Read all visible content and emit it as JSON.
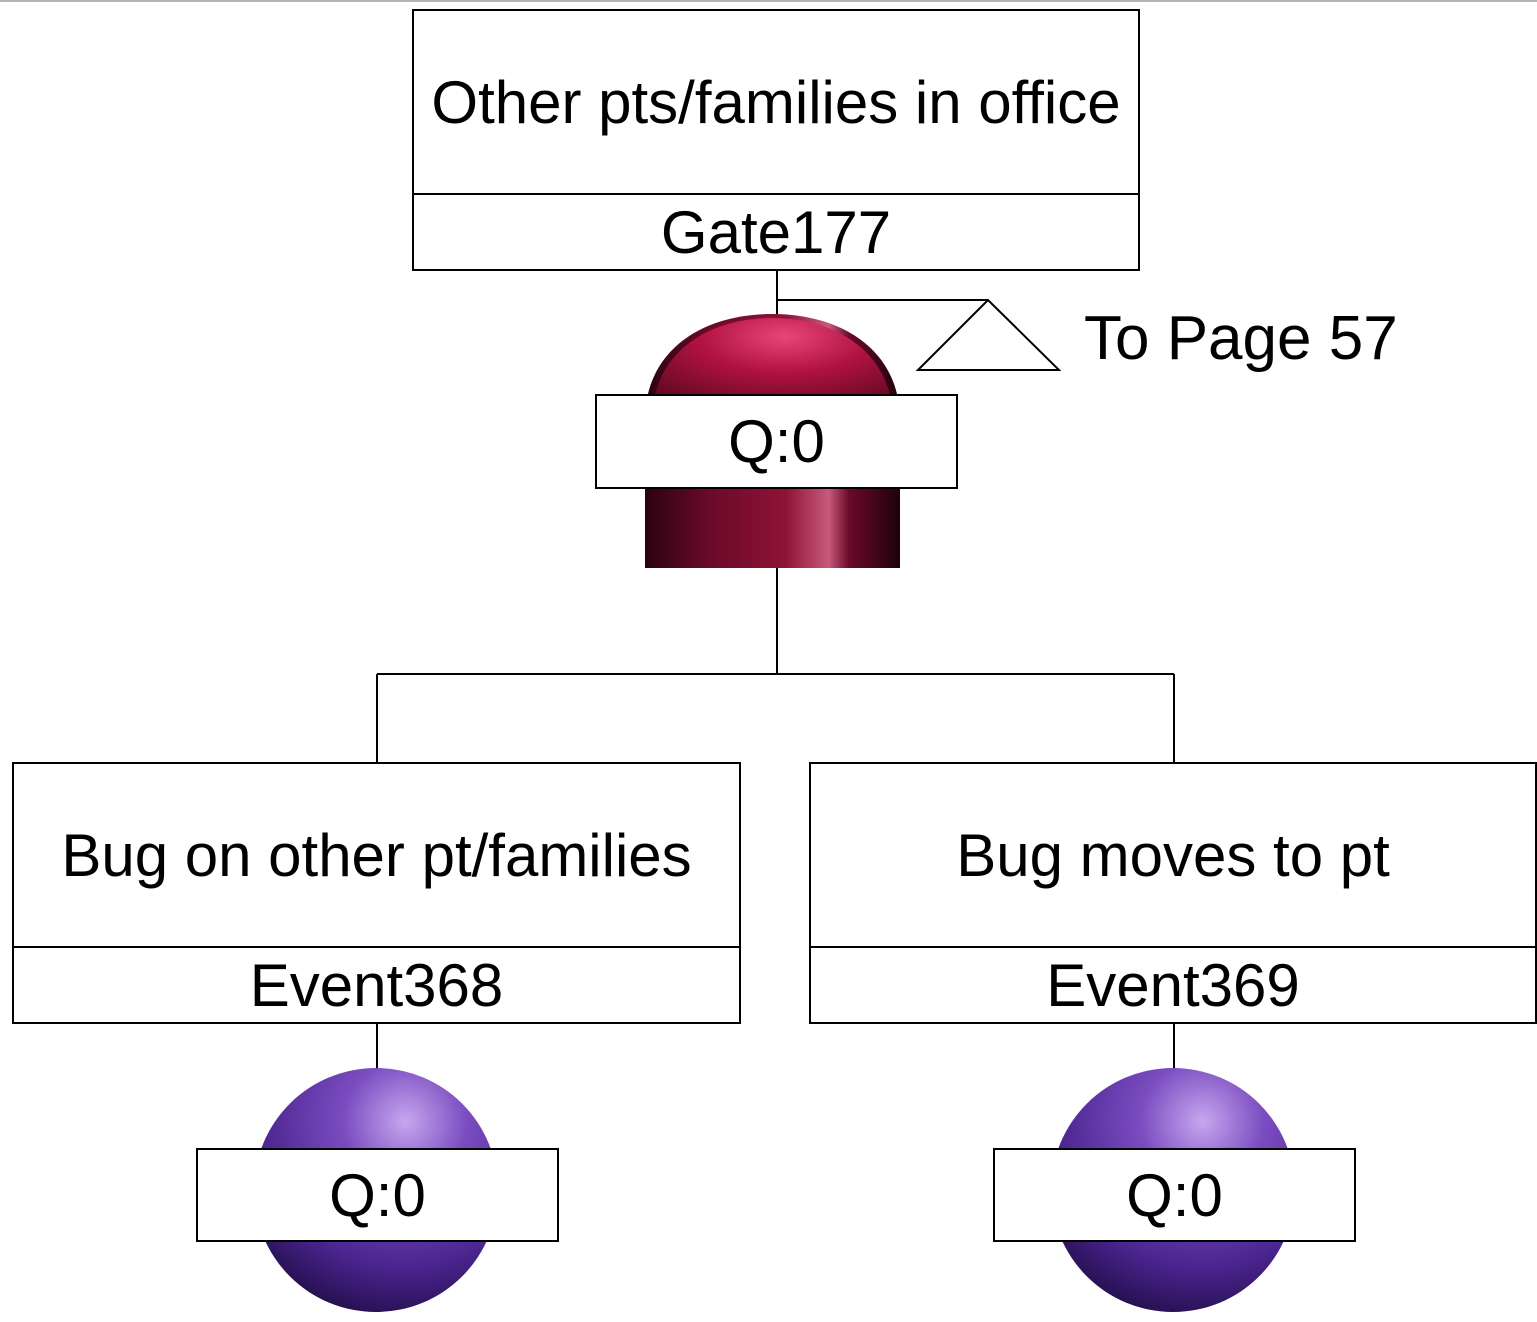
{
  "gate": {
    "description": "Other pts/families in office",
    "id": "Gate177",
    "q": "Q:0",
    "gate_type": "or-gate",
    "color": "#b0123f"
  },
  "transfer": {
    "label": "To Page 57"
  },
  "events": [
    {
      "description": "Bug on other pt/families",
      "id": "Event368",
      "q": "Q:0",
      "type": "basic-event",
      "color": "#5a2fa0"
    },
    {
      "description": "Bug moves to pt",
      "id": "Event369",
      "q": "Q:0",
      "type": "basic-event",
      "color": "#5a2fa0"
    }
  ],
  "colors": {
    "gate": "#b0123f",
    "basic_event": "#5a2fa0",
    "line": "#000000"
  }
}
